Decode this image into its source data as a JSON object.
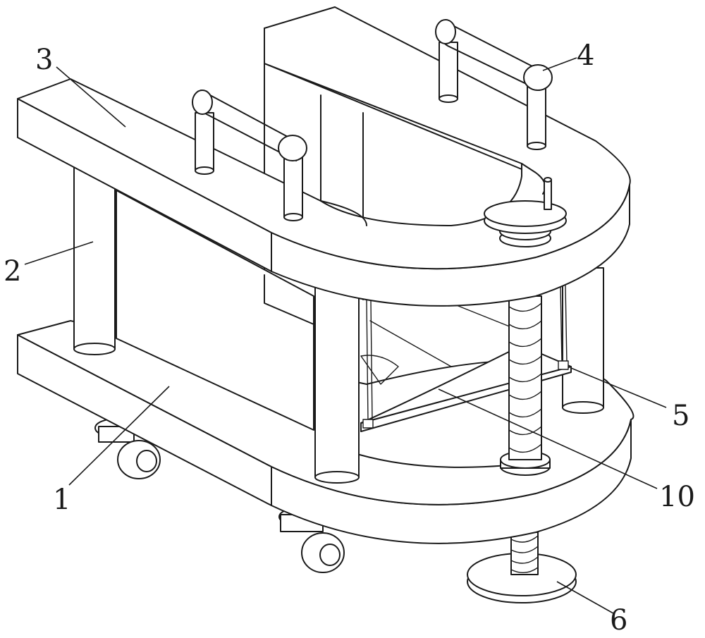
{
  "labels": {
    "l1": "1",
    "l2": "2",
    "l3": "3",
    "l4": "4",
    "l5": "5",
    "l6": "6",
    "l10": "10"
  }
}
